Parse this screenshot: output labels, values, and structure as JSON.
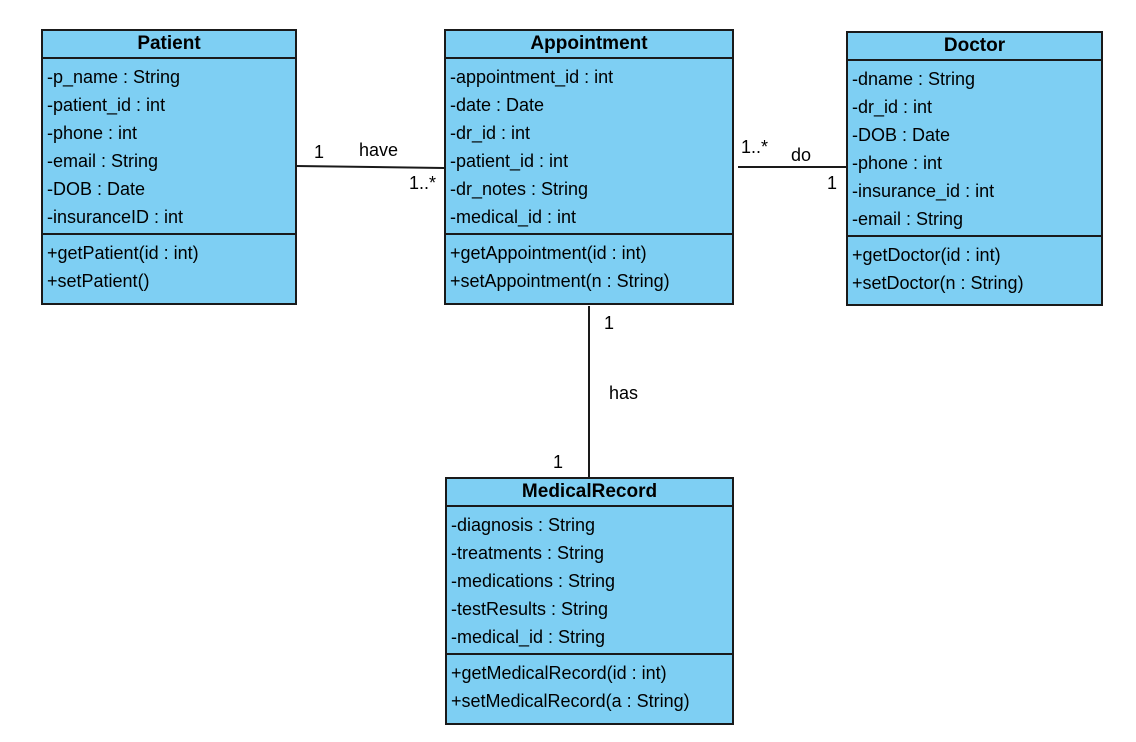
{
  "classes": {
    "patient": {
      "name": "Patient",
      "attributes": [
        "-p_name : String",
        "-patient_id : int",
        "-phone : int",
        "-email : String",
        "-DOB : Date",
        "-insuranceID : int"
      ],
      "methods": [
        "+getPatient(id : int)",
        "+setPatient()"
      ]
    },
    "appointment": {
      "name": "Appointment",
      "attributes": [
        "-appointment_id : int",
        "-date : Date",
        "-dr_id : int",
        "-patient_id : int",
        "-dr_notes : String",
        "-medical_id : int"
      ],
      "methods": [
        "+getAppointment(id : int)",
        "+setAppointment(n : String)"
      ]
    },
    "doctor": {
      "name": "Doctor",
      "attributes": [
        "-dname : String",
        "-dr_id : int",
        "-DOB : Date",
        "-phone : int",
        "-insurance_id : int",
        "-email : String"
      ],
      "methods": [
        "+getDoctor(id : int)",
        "+setDoctor(n : String)"
      ]
    },
    "medical_record": {
      "name": "MedicalRecord",
      "attributes": [
        "-diagnosis : String",
        "-treatments : String",
        "-medications : String",
        "-testResults : String",
        "-medical_id : String"
      ],
      "methods": [
        "+getMedicalRecord(id : int)",
        "+setMedicalRecord(a : String)"
      ]
    }
  },
  "associations": {
    "patient_appointment": {
      "label": "have",
      "mult_source": "1",
      "mult_target": "1..*"
    },
    "appointment_doctor": {
      "label": "do",
      "mult_source": "1..*",
      "mult_target": "1"
    },
    "appointment_record": {
      "label": "has",
      "mult_source": "1",
      "mult_target": "1"
    }
  },
  "colors": {
    "class_fill": "#7ecff3",
    "line": "#1a1a1a"
  }
}
